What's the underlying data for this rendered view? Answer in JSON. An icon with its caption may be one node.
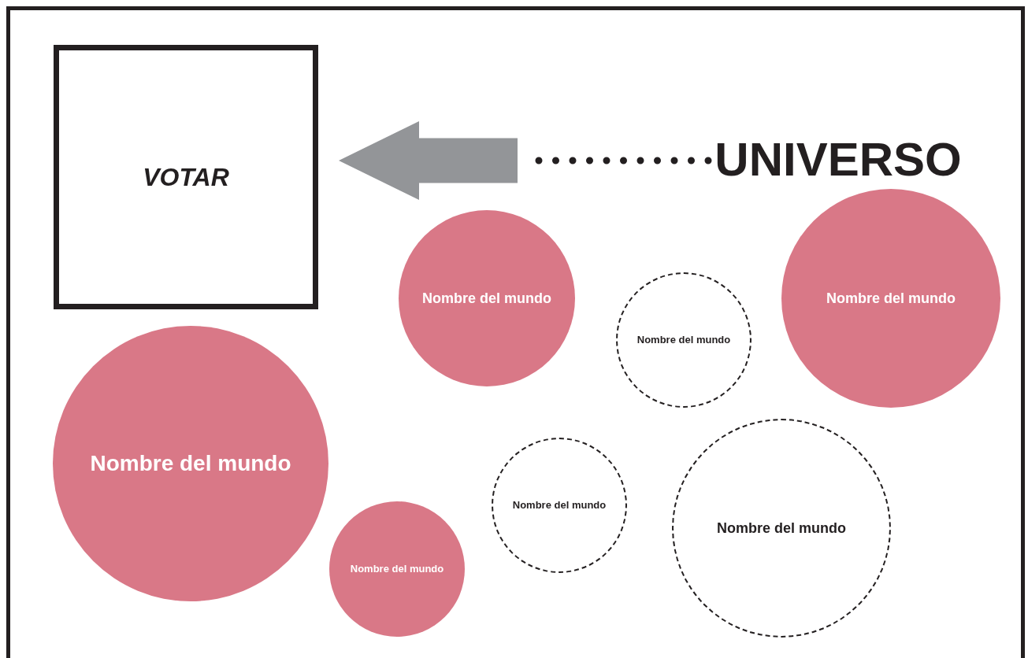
{
  "diagram": {
    "nodes": [
      {
        "text": [
          "VOTAR"
        ]
      },
      {
        "text": [
          "UNIVERSO"
        ]
      },
      {
        "text": [
          "Nombre del mundo"
        ]
      },
      {
        "text": [
          "Nombre del mundo"
        ]
      },
      {
        "text": [
          "Nombre del mundo"
        ]
      },
      {
        "text": [
          "Nombre del mundo"
        ]
      },
      {
        "text": [
          "Nombre del mundo"
        ]
      },
      {
        "text": [
          "Nombre del mundo"
        ]
      },
      {
        "text": [
          "Nombre del mundo"
        ]
      }
    ],
    "edges": [
      {
        "from": 1,
        "to": 0,
        "arrow": "to",
        "style": "dashed",
        "color": "#939598"
      }
    ]
  }
}
